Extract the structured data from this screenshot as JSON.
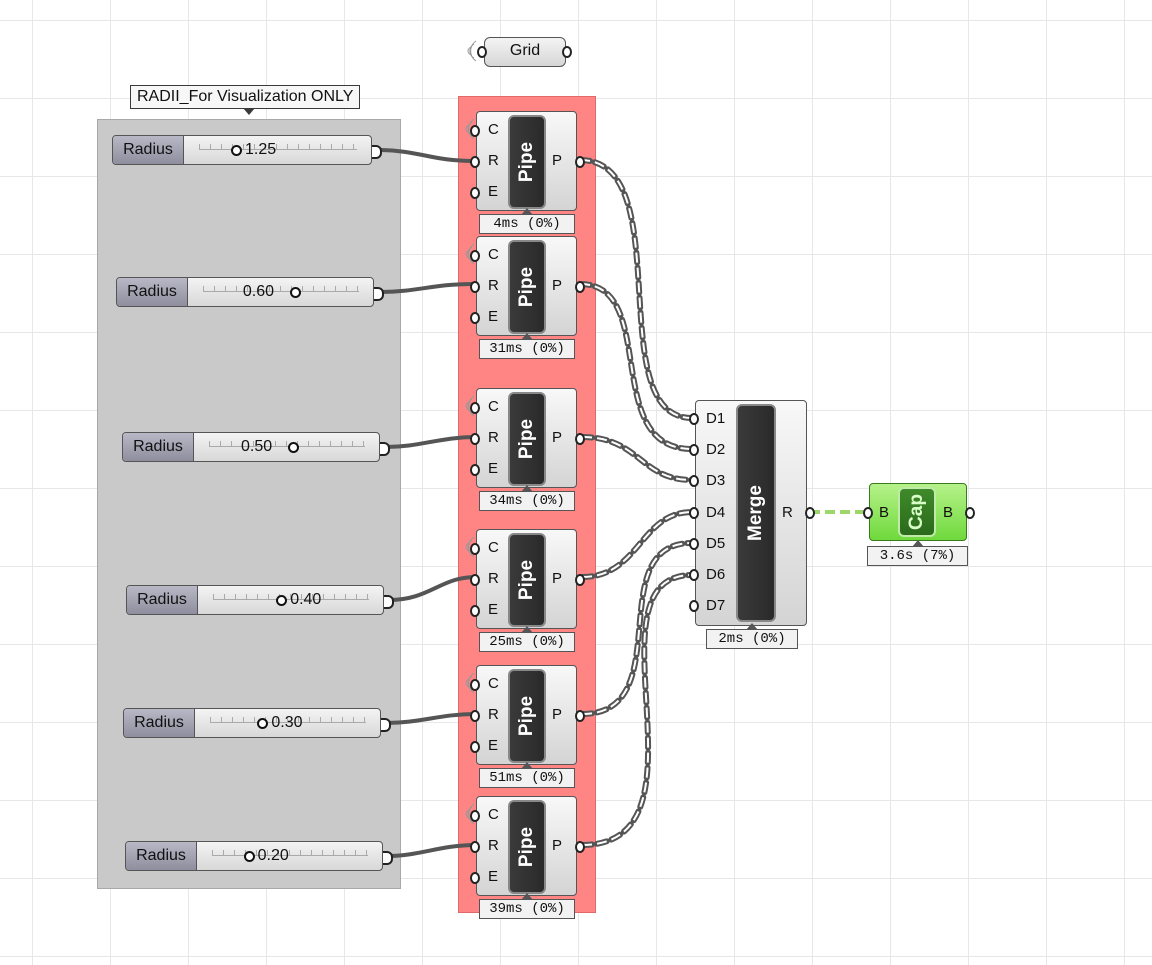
{
  "grid_param": {
    "label": "Grid"
  },
  "group_label": "RADII_For Visualization ONLY",
  "sliders": [
    {
      "name": "Radius",
      "value": "1.25",
      "knob_fraction": 0.2
    },
    {
      "name": "Radius",
      "value": "0.60",
      "knob_fraction": 0.55
    },
    {
      "name": "Radius",
      "value": "0.50",
      "knob_fraction": 0.5
    },
    {
      "name": "Radius",
      "value": "0.40",
      "knob_fraction": 0.4
    },
    {
      "name": "Radius",
      "value": "0.30",
      "knob_fraction": 0.3
    },
    {
      "name": "Radius",
      "value": "0.20",
      "knob_fraction": 0.2
    }
  ],
  "pipes": [
    {
      "title": "Pipe",
      "inputs": [
        "C",
        "R",
        "E"
      ],
      "output": "P",
      "time": "4ms (0%)"
    },
    {
      "title": "Pipe",
      "inputs": [
        "C",
        "R",
        "E"
      ],
      "output": "P",
      "time": "31ms (0%)"
    },
    {
      "title": "Pipe",
      "inputs": [
        "C",
        "R",
        "E"
      ],
      "output": "P",
      "time": "34ms (0%)"
    },
    {
      "title": "Pipe",
      "inputs": [
        "C",
        "R",
        "E"
      ],
      "output": "P",
      "time": "25ms (0%)"
    },
    {
      "title": "Pipe",
      "inputs": [
        "C",
        "R",
        "E"
      ],
      "output": "P",
      "time": "51ms (0%)"
    },
    {
      "title": "Pipe",
      "inputs": [
        "C",
        "R",
        "E"
      ],
      "output": "P",
      "time": "39ms (0%)"
    }
  ],
  "merge": {
    "title": "Merge",
    "inputs": [
      "D1",
      "D2",
      "D3",
      "D4",
      "D5",
      "D6",
      "D7"
    ],
    "output": "R",
    "time": "2ms (0%)"
  },
  "cap": {
    "title": "Cap",
    "input": "B",
    "output": "B",
    "time": "3.6s (7%)"
  },
  "colors": {
    "canvas": "#ffffff",
    "gray_group": "#c9c9c9",
    "red_group": "#ff8585",
    "wire": "#555555",
    "cap_green": "#7ee04a",
    "cap_wire": "#9ed66a"
  }
}
